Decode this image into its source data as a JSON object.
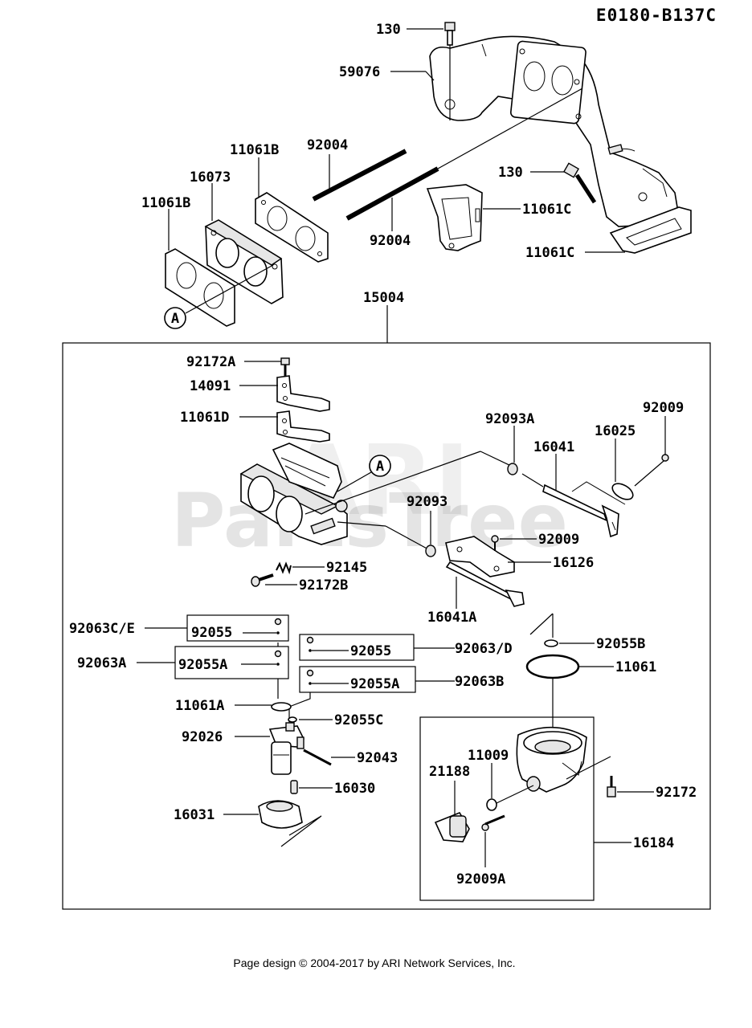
{
  "diagram_code": "E0180-B137C",
  "footer": "Page design © 2004-2017 by ARI Network Services, Inc.",
  "watermark": "PartsTree",
  "watermark_logo": "ARI",
  "callout_a": "A",
  "labels": {
    "p130_top": "130",
    "p59076": "59076",
    "p11061B_top": "11061B",
    "p92004_top": "92004",
    "p16073": "16073",
    "p11061B_left": "11061B",
    "p130_right": "130",
    "p11061C_mid": "11061C",
    "p92004_bottom": "92004",
    "p11061C_bottom": "11061C",
    "p15004": "15004",
    "p92172A": "92172A",
    "p14091": "14091",
    "p11061D": "11061D",
    "p92093A": "92093A",
    "p92009_top": "92009",
    "p16025": "16025",
    "p16041": "16041",
    "p92093": "92093",
    "p92009_mid": "92009",
    "p16126": "16126",
    "p92145": "92145",
    "p92172B": "92172B",
    "p16041A": "16041A",
    "p92063CE": "92063C/E",
    "p92055_box1": "92055",
    "p92055_box2": "92055",
    "p92063D": "92063/D",
    "p92055B": "92055B",
    "p92063A": "92063A",
    "p92055A_box": "92055A",
    "p11061": "11061",
    "p92055A_box2": "92055A",
    "p92063B": "92063B",
    "p11061A": "11061A",
    "p92055C": "92055C",
    "p92026": "92026",
    "p92043": "92043",
    "p11009": "11009",
    "p21188": "21188",
    "p92172": "92172",
    "p16030": "16030",
    "p16031": "16031",
    "p16184": "16184",
    "p92009A": "92009A"
  }
}
